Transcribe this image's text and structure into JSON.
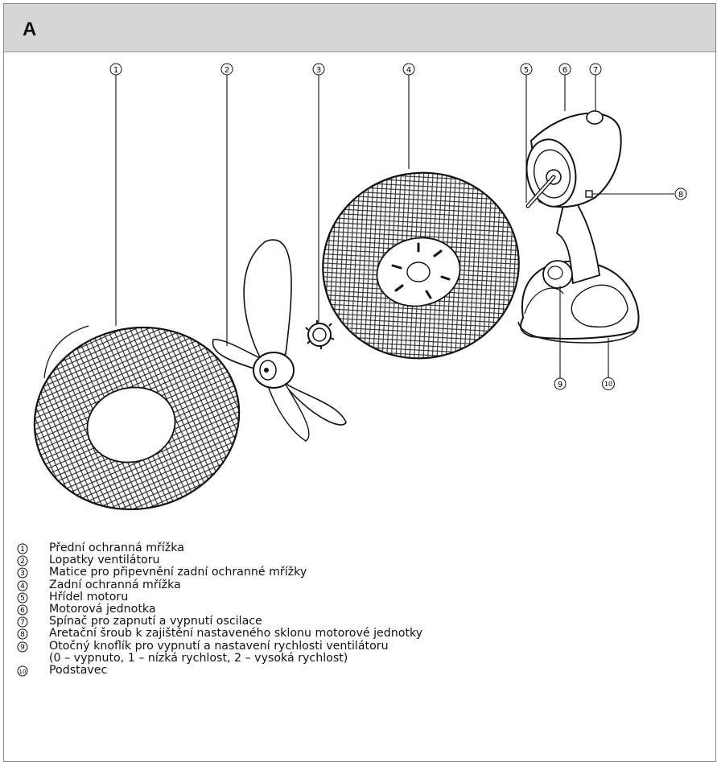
{
  "header": {
    "label": "A"
  },
  "diagram": {
    "callouts": [
      "1",
      "2",
      "3",
      "4",
      "5",
      "6",
      "7",
      "8",
      "9",
      "10"
    ]
  },
  "legend": {
    "items": [
      {
        "num": "1",
        "text": "Přední ochranná mřížka"
      },
      {
        "num": "2",
        "text": "Lopatky ventilátoru"
      },
      {
        "num": "3",
        "text": "Matice pro připevnění zadní ochranné mřížky"
      },
      {
        "num": "4",
        "text": "Zadní ochranná mřížka"
      },
      {
        "num": "5",
        "text": "Hřídel motoru"
      },
      {
        "num": "6",
        "text": "Motorová jednotka"
      },
      {
        "num": "7",
        "text": "Spínač pro zapnutí a vypnutí oscilace"
      },
      {
        "num": "8",
        "text": "Aretační šroub k zajištění nastaveného sklonu motorové jednotky"
      },
      {
        "num": "9",
        "text": "Otočný knoflík pro vypnutí a nastavení rychlosti ventilátoru"
      },
      {
        "num": "",
        "text": "(0 – vypnuto, 1 – nízká rychlost, 2 – vysoká rychlost)"
      },
      {
        "num": "10",
        "text": "Podstavec"
      }
    ]
  }
}
